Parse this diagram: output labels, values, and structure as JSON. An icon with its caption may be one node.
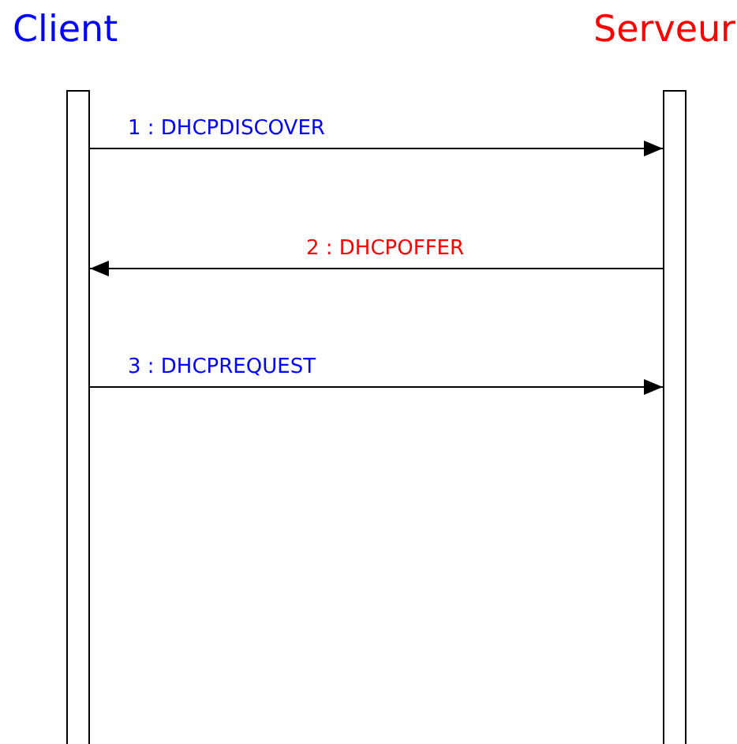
{
  "diagram": {
    "nodes": [
      {
        "text": [
          "Client"
        ]
      },
      {
        "text": [
          "Serveur"
        ]
      }
    ],
    "edges": [
      {
        "from": 0,
        "to": 1,
        "arrow": "to",
        "label": "1 : DHCPDISCOVER"
      },
      {
        "from": 1,
        "to": 0,
        "arrow": "to",
        "label": "2 : DHCPOFFER"
      },
      {
        "from": 0,
        "to": 1,
        "arrow": "to",
        "label": "3 : DHCPREQUEST"
      }
    ]
  }
}
